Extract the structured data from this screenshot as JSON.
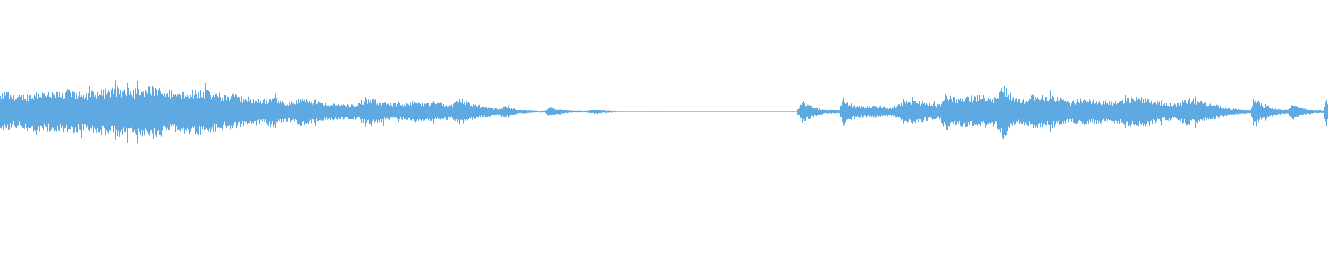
{
  "waveform": {
    "color": "#5ea9e2",
    "background": "#ffffff",
    "amplitude_envelope": [
      [
        0.0,
        0.45
      ],
      [
        0.004,
        0.52
      ],
      [
        0.01,
        0.4
      ],
      [
        0.02,
        0.46
      ],
      [
        0.03,
        0.5
      ],
      [
        0.04,
        0.48
      ],
      [
        0.05,
        0.55
      ],
      [
        0.06,
        0.5
      ],
      [
        0.07,
        0.52
      ],
      [
        0.08,
        0.58
      ],
      [
        0.09,
        0.62
      ],
      [
        0.1,
        0.55
      ],
      [
        0.11,
        0.6
      ],
      [
        0.115,
        0.66
      ],
      [
        0.12,
        0.58
      ],
      [
        0.13,
        0.52
      ],
      [
        0.14,
        0.55
      ],
      [
        0.15,
        0.58
      ],
      [
        0.16,
        0.5
      ],
      [
        0.17,
        0.42
      ],
      [
        0.175,
        0.48
      ],
      [
        0.18,
        0.4
      ],
      [
        0.19,
        0.34
      ],
      [
        0.2,
        0.3
      ],
      [
        0.205,
        0.4
      ],
      [
        0.21,
        0.28
      ],
      [
        0.22,
        0.26
      ],
      [
        0.23,
        0.38
      ],
      [
        0.235,
        0.3
      ],
      [
        0.245,
        0.22
      ],
      [
        0.255,
        0.2
      ],
      [
        0.265,
        0.18
      ],
      [
        0.28,
        0.34
      ],
      [
        0.285,
        0.28
      ],
      [
        0.295,
        0.2
      ],
      [
        0.305,
        0.22
      ],
      [
        0.31,
        0.28
      ],
      [
        0.32,
        0.22
      ],
      [
        0.33,
        0.24
      ],
      [
        0.34,
        0.18
      ],
      [
        0.346,
        0.34
      ],
      [
        0.355,
        0.22
      ],
      [
        0.365,
        0.14
      ],
      [
        0.375,
        0.08
      ],
      [
        0.38,
        0.14
      ],
      [
        0.39,
        0.06
      ],
      [
        0.4,
        0.03
      ],
      [
        0.41,
        0.02
      ],
      [
        0.414,
        0.12
      ],
      [
        0.42,
        0.06
      ],
      [
        0.43,
        0.03
      ],
      [
        0.44,
        0.02
      ],
      [
        0.45,
        0.06
      ],
      [
        0.455,
        0.03
      ],
      [
        0.47,
        0.01
      ],
      [
        0.49,
        0.01
      ],
      [
        0.52,
        0.01
      ],
      [
        0.56,
        0.01
      ],
      [
        0.6,
        0.01
      ],
      [
        0.604,
        0.28
      ],
      [
        0.61,
        0.16
      ],
      [
        0.62,
        0.06
      ],
      [
        0.632,
        0.04
      ],
      [
        0.635,
        0.34
      ],
      [
        0.64,
        0.18
      ],
      [
        0.65,
        0.14
      ],
      [
        0.66,
        0.16
      ],
      [
        0.67,
        0.1
      ],
      [
        0.68,
        0.24
      ],
      [
        0.69,
        0.3
      ],
      [
        0.7,
        0.22
      ],
      [
        0.708,
        0.18
      ],
      [
        0.712,
        0.46
      ],
      [
        0.72,
        0.36
      ],
      [
        0.73,
        0.4
      ],
      [
        0.74,
        0.42
      ],
      [
        0.75,
        0.38
      ],
      [
        0.756,
        0.7
      ],
      [
        0.762,
        0.4
      ],
      [
        0.77,
        0.3
      ],
      [
        0.778,
        0.44
      ],
      [
        0.785,
        0.36
      ],
      [
        0.795,
        0.4
      ],
      [
        0.805,
        0.26
      ],
      [
        0.815,
        0.34
      ],
      [
        0.825,
        0.3
      ],
      [
        0.835,
        0.26
      ],
      [
        0.845,
        0.3
      ],
      [
        0.855,
        0.4
      ],
      [
        0.865,
        0.34
      ],
      [
        0.875,
        0.24
      ],
      [
        0.885,
        0.2
      ],
      [
        0.895,
        0.34
      ],
      [
        0.905,
        0.26
      ],
      [
        0.915,
        0.18
      ],
      [
        0.925,
        0.1
      ],
      [
        0.935,
        0.06
      ],
      [
        0.942,
        0.04
      ],
      [
        0.945,
        0.42
      ],
      [
        0.95,
        0.2
      ],
      [
        0.96,
        0.1
      ],
      [
        0.97,
        0.06
      ],
      [
        0.974,
        0.2
      ],
      [
        0.98,
        0.1
      ],
      [
        0.99,
        0.04
      ],
      [
        0.997,
        0.03
      ],
      [
        0.998,
        0.4
      ],
      [
        1.0,
        0.3
      ]
    ]
  }
}
